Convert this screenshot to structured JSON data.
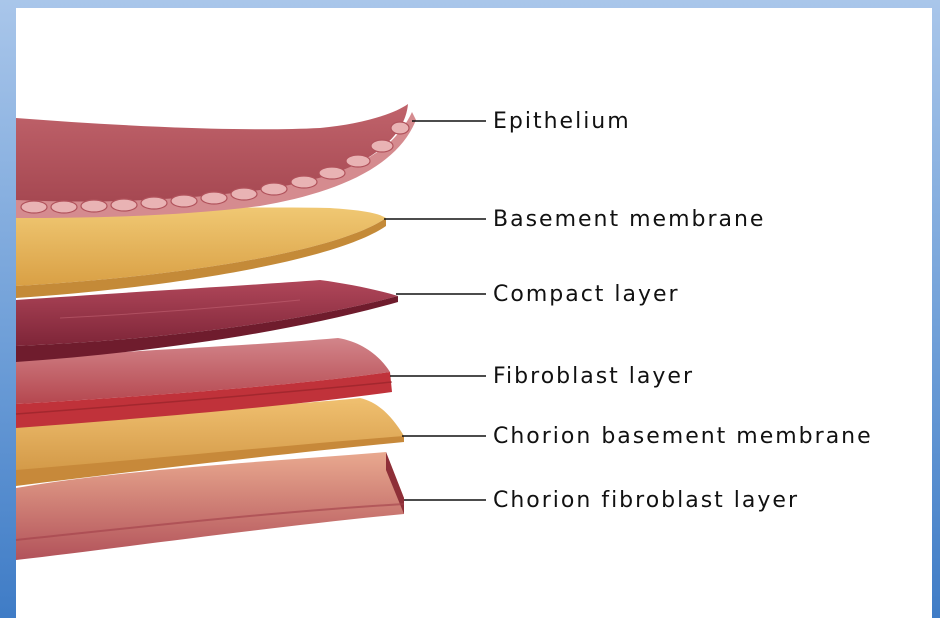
{
  "diagram": {
    "labels": {
      "epithelium": "Epithelium",
      "basement_membrane": "Basement membrane",
      "compact_layer": "Compact layer",
      "fibroblast_layer": "Fibroblast layer",
      "chorion_basement_membrane": "Chorion basement membrane",
      "chorion_fibroblast_layer": "Chorion fibroblast layer"
    },
    "colors": {
      "epithelium": "#b5525e",
      "basement_membrane": "#e8b85c",
      "compact_layer": "#9a3446",
      "fibroblast_layer": "#c05a62",
      "chorion_basement_membrane": "#e0aa55",
      "chorion_fibroblast_layer": "#c86e62"
    }
  }
}
